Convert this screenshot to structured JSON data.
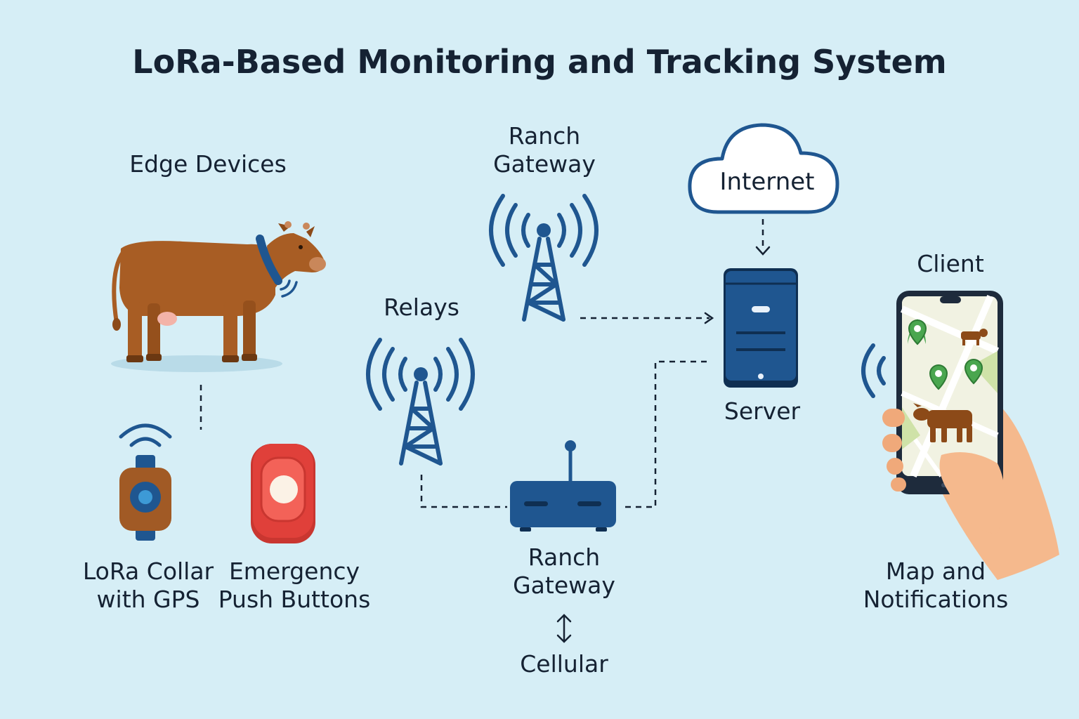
{
  "title": "LoRa-Based Monitoring and Tracking System",
  "colors": {
    "background": "#d6eef6",
    "primary_blue": "#1f5690",
    "cow_brown": "#a85d24",
    "alert_red": "#e0403a",
    "map_pin_green": "#4aa64f",
    "hand_skin": "#f5b98d"
  },
  "sections": {
    "edge_devices": {
      "heading": "Edge Devices",
      "collar_label": [
        "LoRa Collar",
        "with GPS"
      ],
      "button_label": [
        "Emergency",
        "Push Buttons"
      ]
    },
    "relays": {
      "heading": "Relays"
    },
    "top_gateway": {
      "label": [
        "Ranch",
        "Gateway"
      ]
    },
    "bottom_gateway": {
      "label": [
        "Ranch",
        "Gateway"
      ],
      "uplink": "Cellular"
    },
    "internet": {
      "label": "Internet"
    },
    "server": {
      "label": "Server"
    },
    "client": {
      "heading": "Client",
      "label": [
        "Map and",
        "Notifications"
      ]
    }
  },
  "icons": [
    "cow-icon",
    "collar-icon",
    "emergency-button-icon",
    "relay-tower-icon",
    "gateway-tower-icon",
    "router-icon",
    "cloud-icon",
    "server-icon",
    "smartphone-icon",
    "map-pin-icon",
    "hand-icon",
    "wireless-signal-icon"
  ]
}
